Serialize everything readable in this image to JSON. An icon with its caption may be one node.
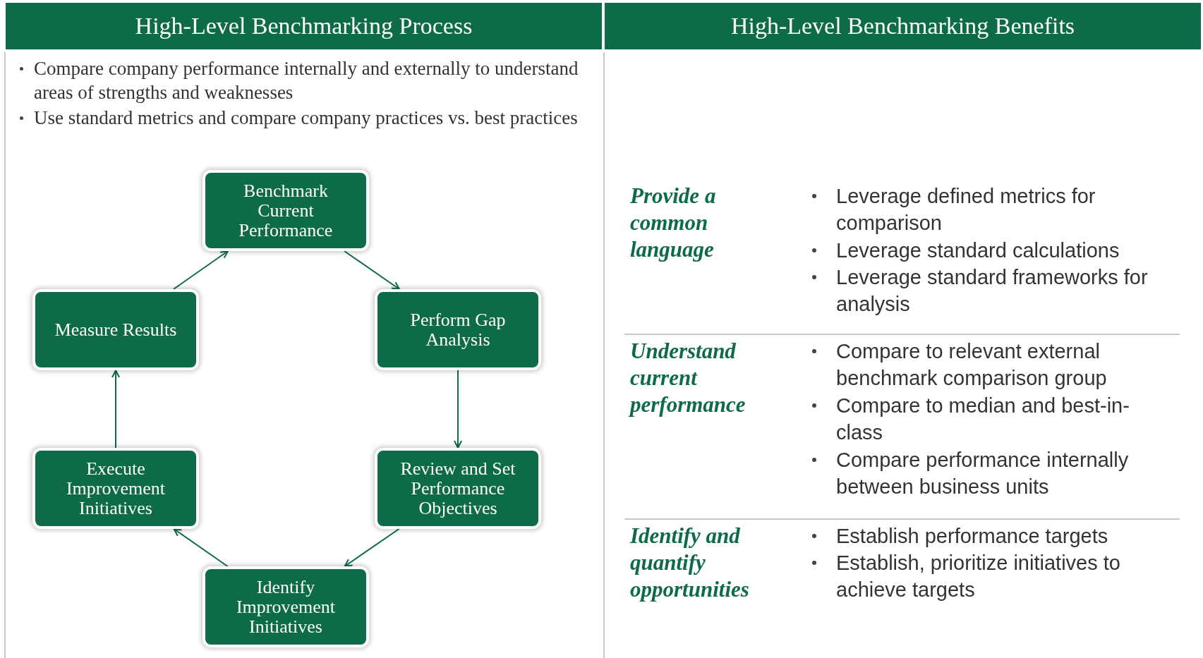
{
  "diagram": {
    "nodes": [
      {
        "text": [
          "Benchmark Current Performance"
        ]
      },
      {
        "text": [
          "Perform Gap Analysis"
        ]
      },
      {
        "text": [
          "Review and Set Performance Objectives"
        ]
      },
      {
        "text": [
          "Identify Improvement Initiatives"
        ]
      },
      {
        "text": [
          "Execute Improvement Initiatives"
        ]
      },
      {
        "text": [
          "Measure Results"
        ]
      }
    ],
    "edges": [
      {
        "from": 0,
        "to": 1,
        "arrow": "to"
      },
      {
        "from": 1,
        "to": 2,
        "arrow": "to"
      },
      {
        "from": 2,
        "to": 3,
        "arrow": "to"
      },
      {
        "from": 3,
        "to": 4,
        "arrow": "to"
      },
      {
        "from": 4,
        "to": 5,
        "arrow": "to"
      },
      {
        "from": 5,
        "to": 0,
        "arrow": "to"
      }
    ],
    "labels": [
      "High-Level Benchmarking Process",
      "High-Level Benchmarking Benefits",
      "Compare company performance internally and externally to understand areas of strengths and weaknesses",
      "Use standard metrics and compare company practices vs. best practices",
      "Provide a common language",
      "Leverage defined metrics for comparison",
      "Leverage standard calculations",
      "Leverage standard frameworks for analysis",
      "Understand current performance",
      "Compare to relevant external benchmark comparison group",
      "Compare to median and best-in-class",
      "Compare performance internally between business units",
      "Identify and quantify opportunities",
      "Establish performance targets",
      "Establish, prioritize initiatives to achieve targets"
    ]
  }
}
